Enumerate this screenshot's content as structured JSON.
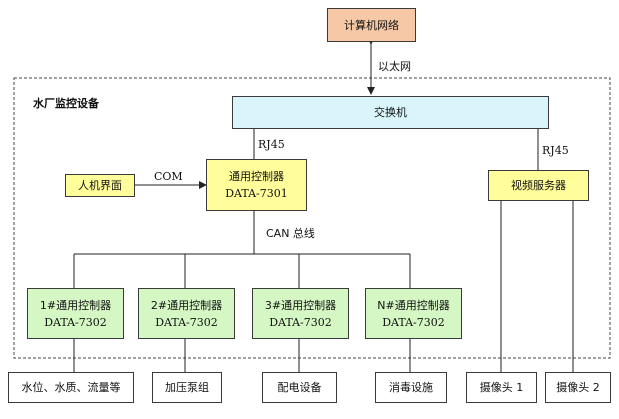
{
  "network": {
    "label": "计算机网络"
  },
  "ethernet_label": "以太网",
  "plant_label": "水厂监控设备",
  "switch": {
    "label": "交换机"
  },
  "rj45_left": "RJ45",
  "rj45_right": "RJ45",
  "hmi": {
    "label": "人机界面"
  },
  "com_label": "COM",
  "main_controller": {
    "title": "通用控制器",
    "model": "DATA-7301"
  },
  "video_server": {
    "label": "视频服务器"
  },
  "can_label": "CAN 总线",
  "controllers": [
    {
      "title": "1#通用控制器",
      "model": "DATA-7302"
    },
    {
      "title": "2#通用控制器",
      "model": "DATA-7302"
    },
    {
      "title": "3#通用控制器",
      "model": "DATA-7302"
    },
    {
      "title": "N#通用控制器",
      "model": "DATA-7302"
    }
  ],
  "devices": [
    {
      "label": "水位、水质、流量等"
    },
    {
      "label": "加压泵组"
    },
    {
      "label": "配电设备"
    },
    {
      "label": "消毒设施"
    },
    {
      "label": "摄像头 1"
    },
    {
      "label": "摄像头 2"
    }
  ]
}
